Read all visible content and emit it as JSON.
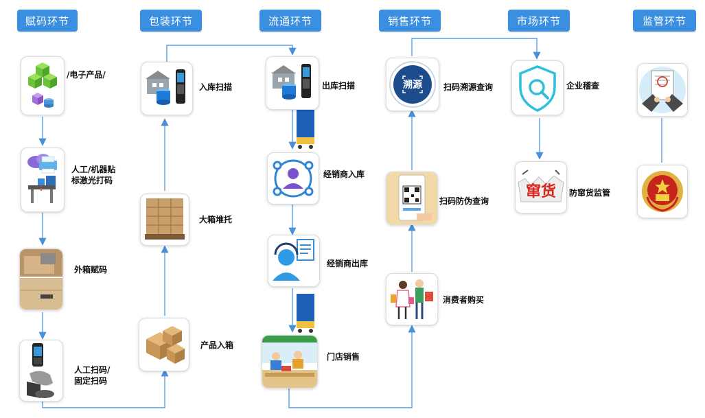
{
  "stages": [
    {
      "id": "coding",
      "label": "赋码环节"
    },
    {
      "id": "packaging",
      "label": "包装环节"
    },
    {
      "id": "circulation",
      "label": "流通环节"
    },
    {
      "id": "sales",
      "label": "销售环节"
    },
    {
      "id": "market",
      "label": "市场环节"
    },
    {
      "id": "supervision",
      "label": "监管环节"
    }
  ],
  "steps": {
    "electronic": {
      "label": "/电子产品/",
      "icon": "cubes-icon"
    },
    "labeling": {
      "label_line1": "人工/机器贴",
      "label_line2": "标激光打码",
      "icon": "printer-laser-icon"
    },
    "box_coding": {
      "label": "外箱赋码",
      "icon": "cardboard-box-icon"
    },
    "scan": {
      "label_line1": "人工扫码/",
      "label_line2": "固定扫码",
      "icon": "barcode-scanner-icon"
    },
    "product_boxing": {
      "label": "产品入箱",
      "icon": "boxes-pile-icon"
    },
    "pallet": {
      "label": "大箱堆托",
      "icon": "pallet-stack-icon"
    },
    "inbound_scan": {
      "label": "入库扫描",
      "icon": "warehouse-scanner-icon"
    },
    "outbound_scan": {
      "label": "出库扫描",
      "icon": "warehouse-scanner-icon"
    },
    "dealer_in": {
      "label": "经销商入库",
      "icon": "dealer-network-icon"
    },
    "dealer_out": {
      "label": "经销商出库",
      "icon": "dealer-document-icon"
    },
    "store_sale": {
      "label": "门店销售",
      "icon": "store-counter-icon"
    },
    "trace_query": {
      "label": "扫码溯源查询",
      "badge": "溯源",
      "icon": "trace-badge-icon"
    },
    "anti_fake": {
      "label": "扫码防伪查询",
      "icon": "qr-phone-icon"
    },
    "consumer": {
      "label": "消费者购买",
      "icon": "shopping-people-icon"
    },
    "inspection": {
      "label": "企业稽查",
      "icon": "shield-search-icon"
    },
    "counterfeit": {
      "label": "防窜货监管",
      "badge": "窜货",
      "icon": "counterfeit-stamp-icon"
    },
    "regulator_doc": {
      "icon": "document-inspection-icon"
    },
    "emblem": {
      "icon": "national-emblem-icon"
    }
  }
}
